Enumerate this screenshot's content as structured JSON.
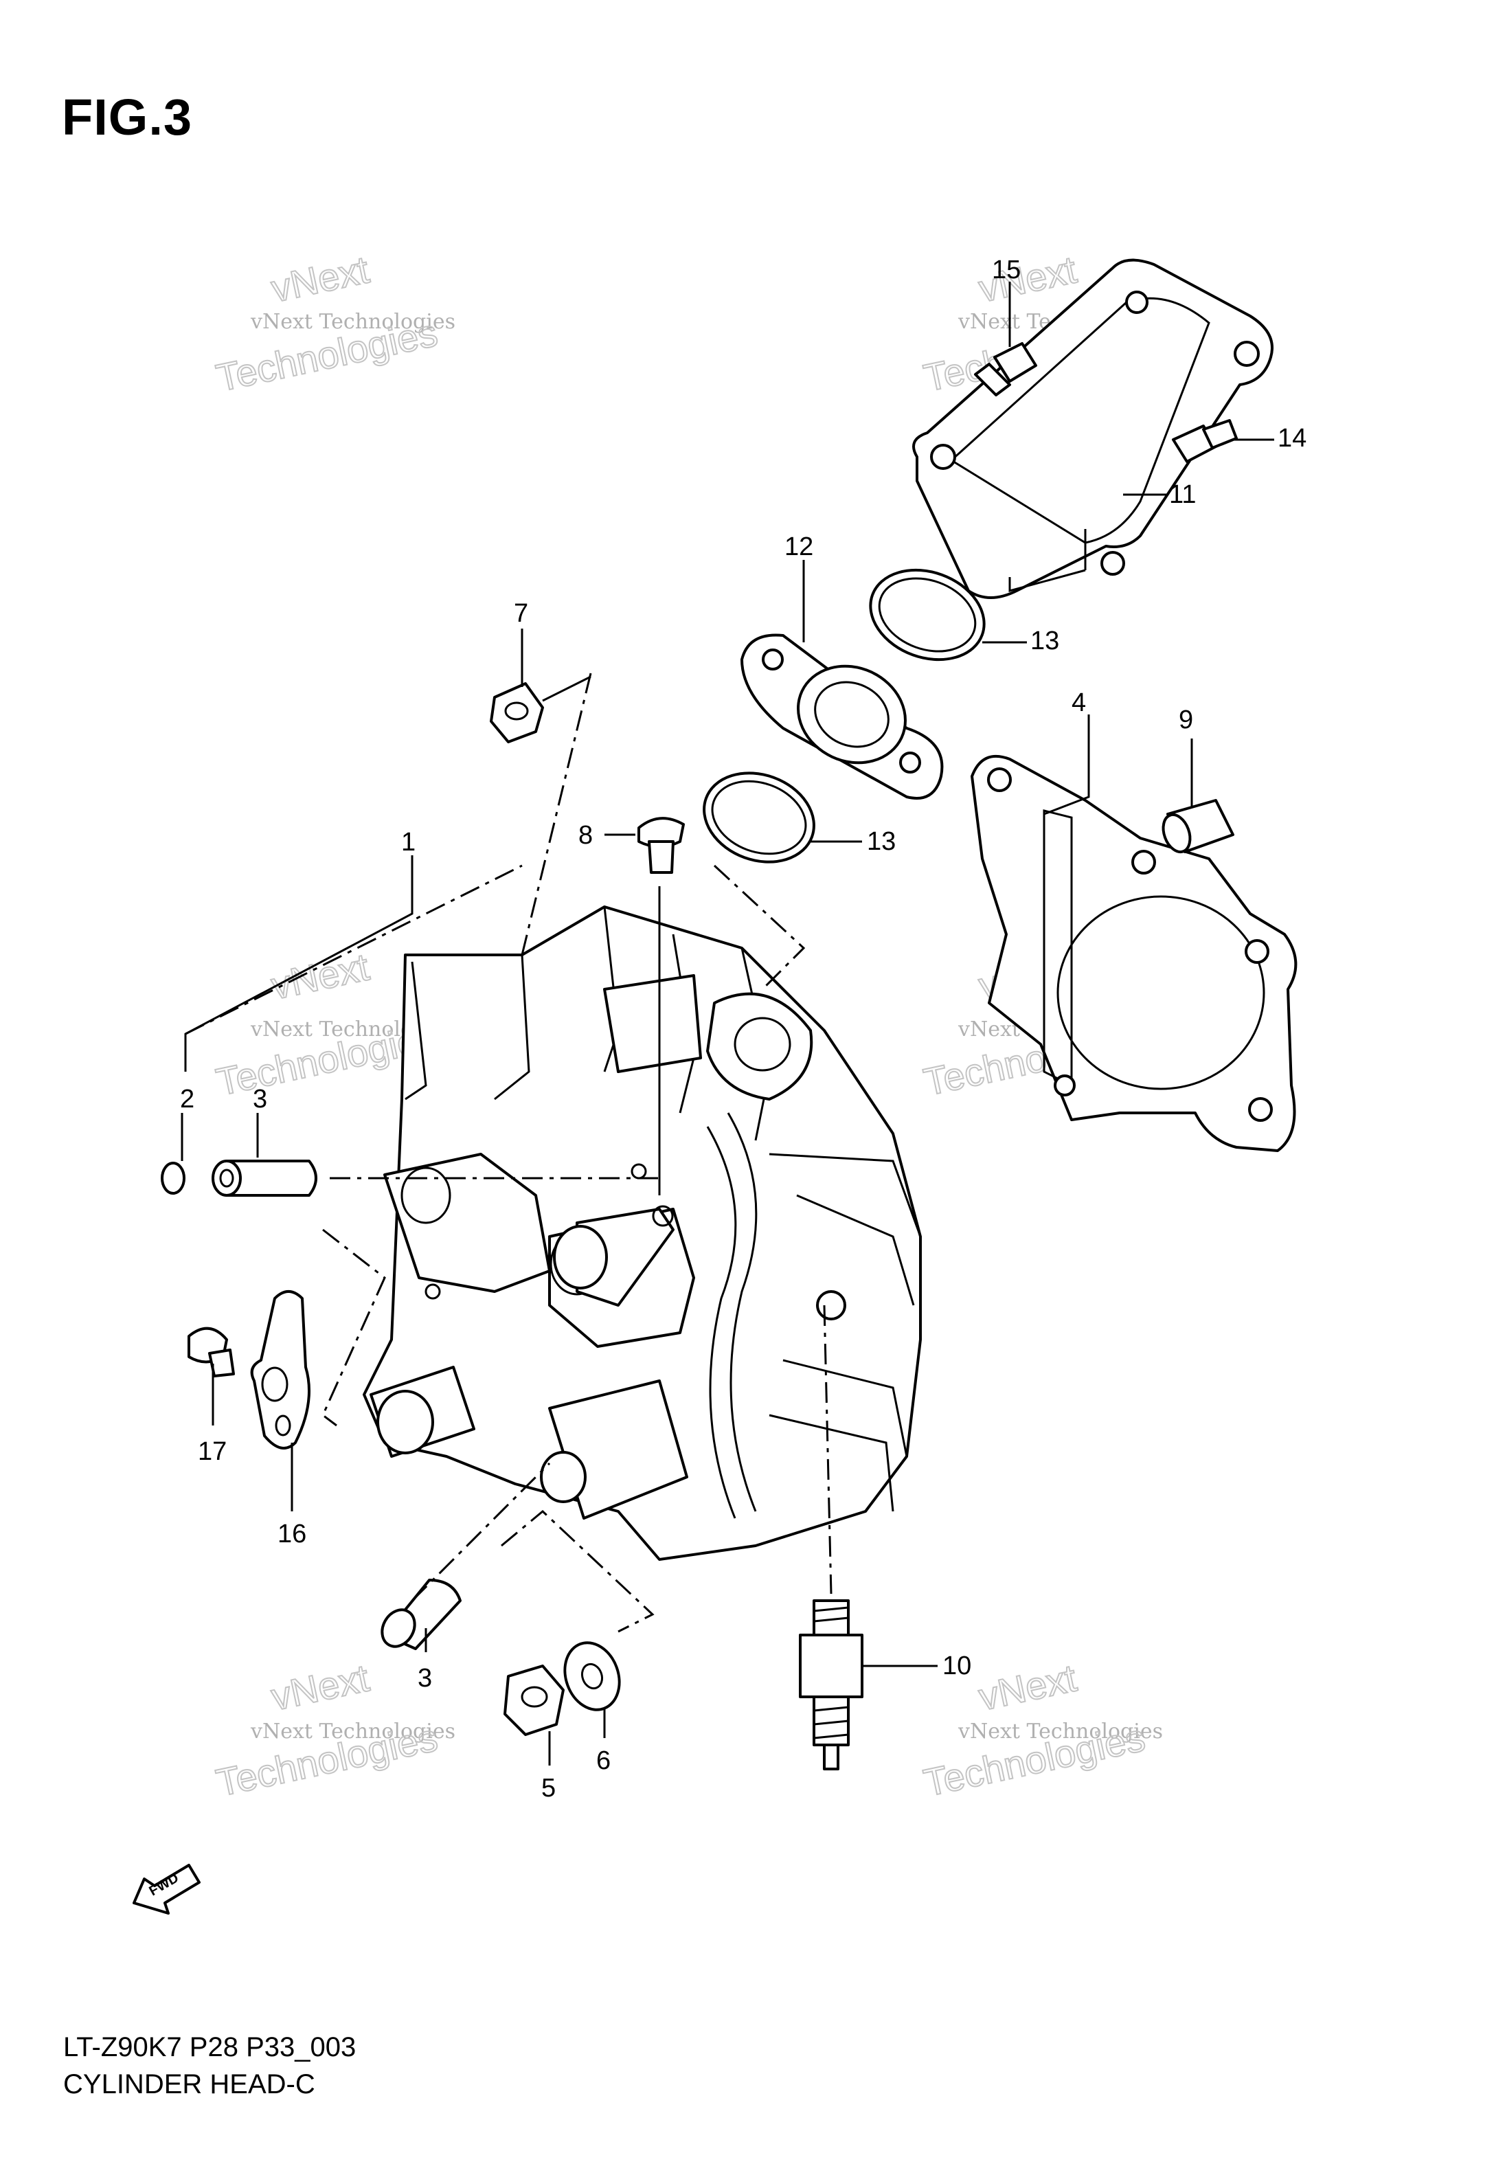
{
  "figure": {
    "title": "FIG.3",
    "model_code": "LT-Z90K7 P28 P33_003",
    "section_name": "CYLINDER HEAD-C",
    "fwd_label": "FWD"
  },
  "watermark": {
    "line1": "vNext Technologies",
    "line2": "vNext",
    "line3": "Technologies"
  },
  "callouts": [
    "1",
    "2",
    "3",
    "3",
    "4",
    "5",
    "6",
    "7",
    "8",
    "9",
    "10",
    "11",
    "12",
    "13",
    "13",
    "14",
    "15",
    "16",
    "17"
  ]
}
